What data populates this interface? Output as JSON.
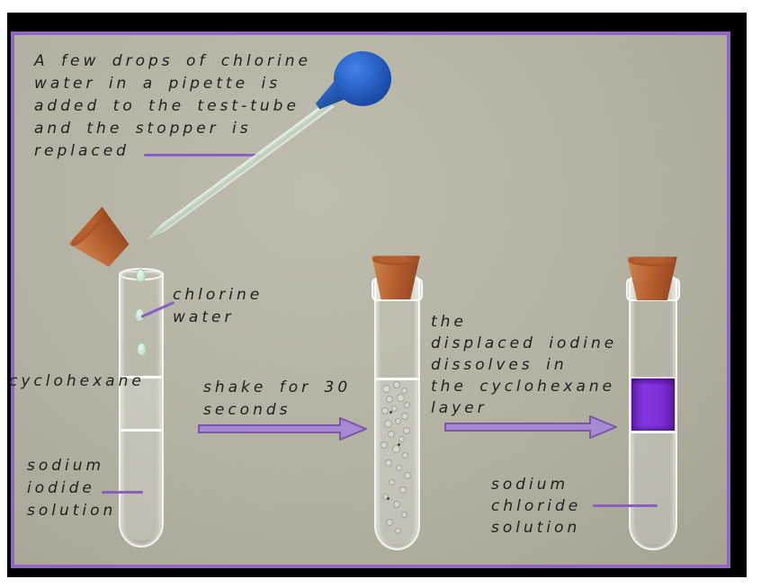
{
  "labels": {
    "top_note": [
      "A few drops of chlorine",
      "water in a pipette is",
      "added to the test-tube",
      "and the stopper is",
      "replaced"
    ],
    "chlorine_water": [
      "chlorine",
      "water"
    ],
    "cyclohexane": "cyclohexane",
    "sodium_iodide": [
      "sodium",
      "iodide",
      "solution"
    ],
    "shake": [
      "shake for 30",
      "seconds"
    ],
    "iodine_note": [
      "the",
      "displaced iodine",
      "dissolves in",
      "the cyclohexane",
      "layer"
    ],
    "sodium_chloride": [
      "sodium",
      "chloride",
      "solution"
    ]
  },
  "colors": {
    "panel_background": "#b3b2a2",
    "panel_border": "#9266c4",
    "pointer_line": "#8a5fc4",
    "arrow_fill": "#a78bd2",
    "arrow_outline": "#7a56a8",
    "stopper_orange": "#b96231",
    "pipette_bulb_blue": "#2a63c6",
    "iodine_layer_purple": "#7d2ed6",
    "text": "#201f18"
  }
}
